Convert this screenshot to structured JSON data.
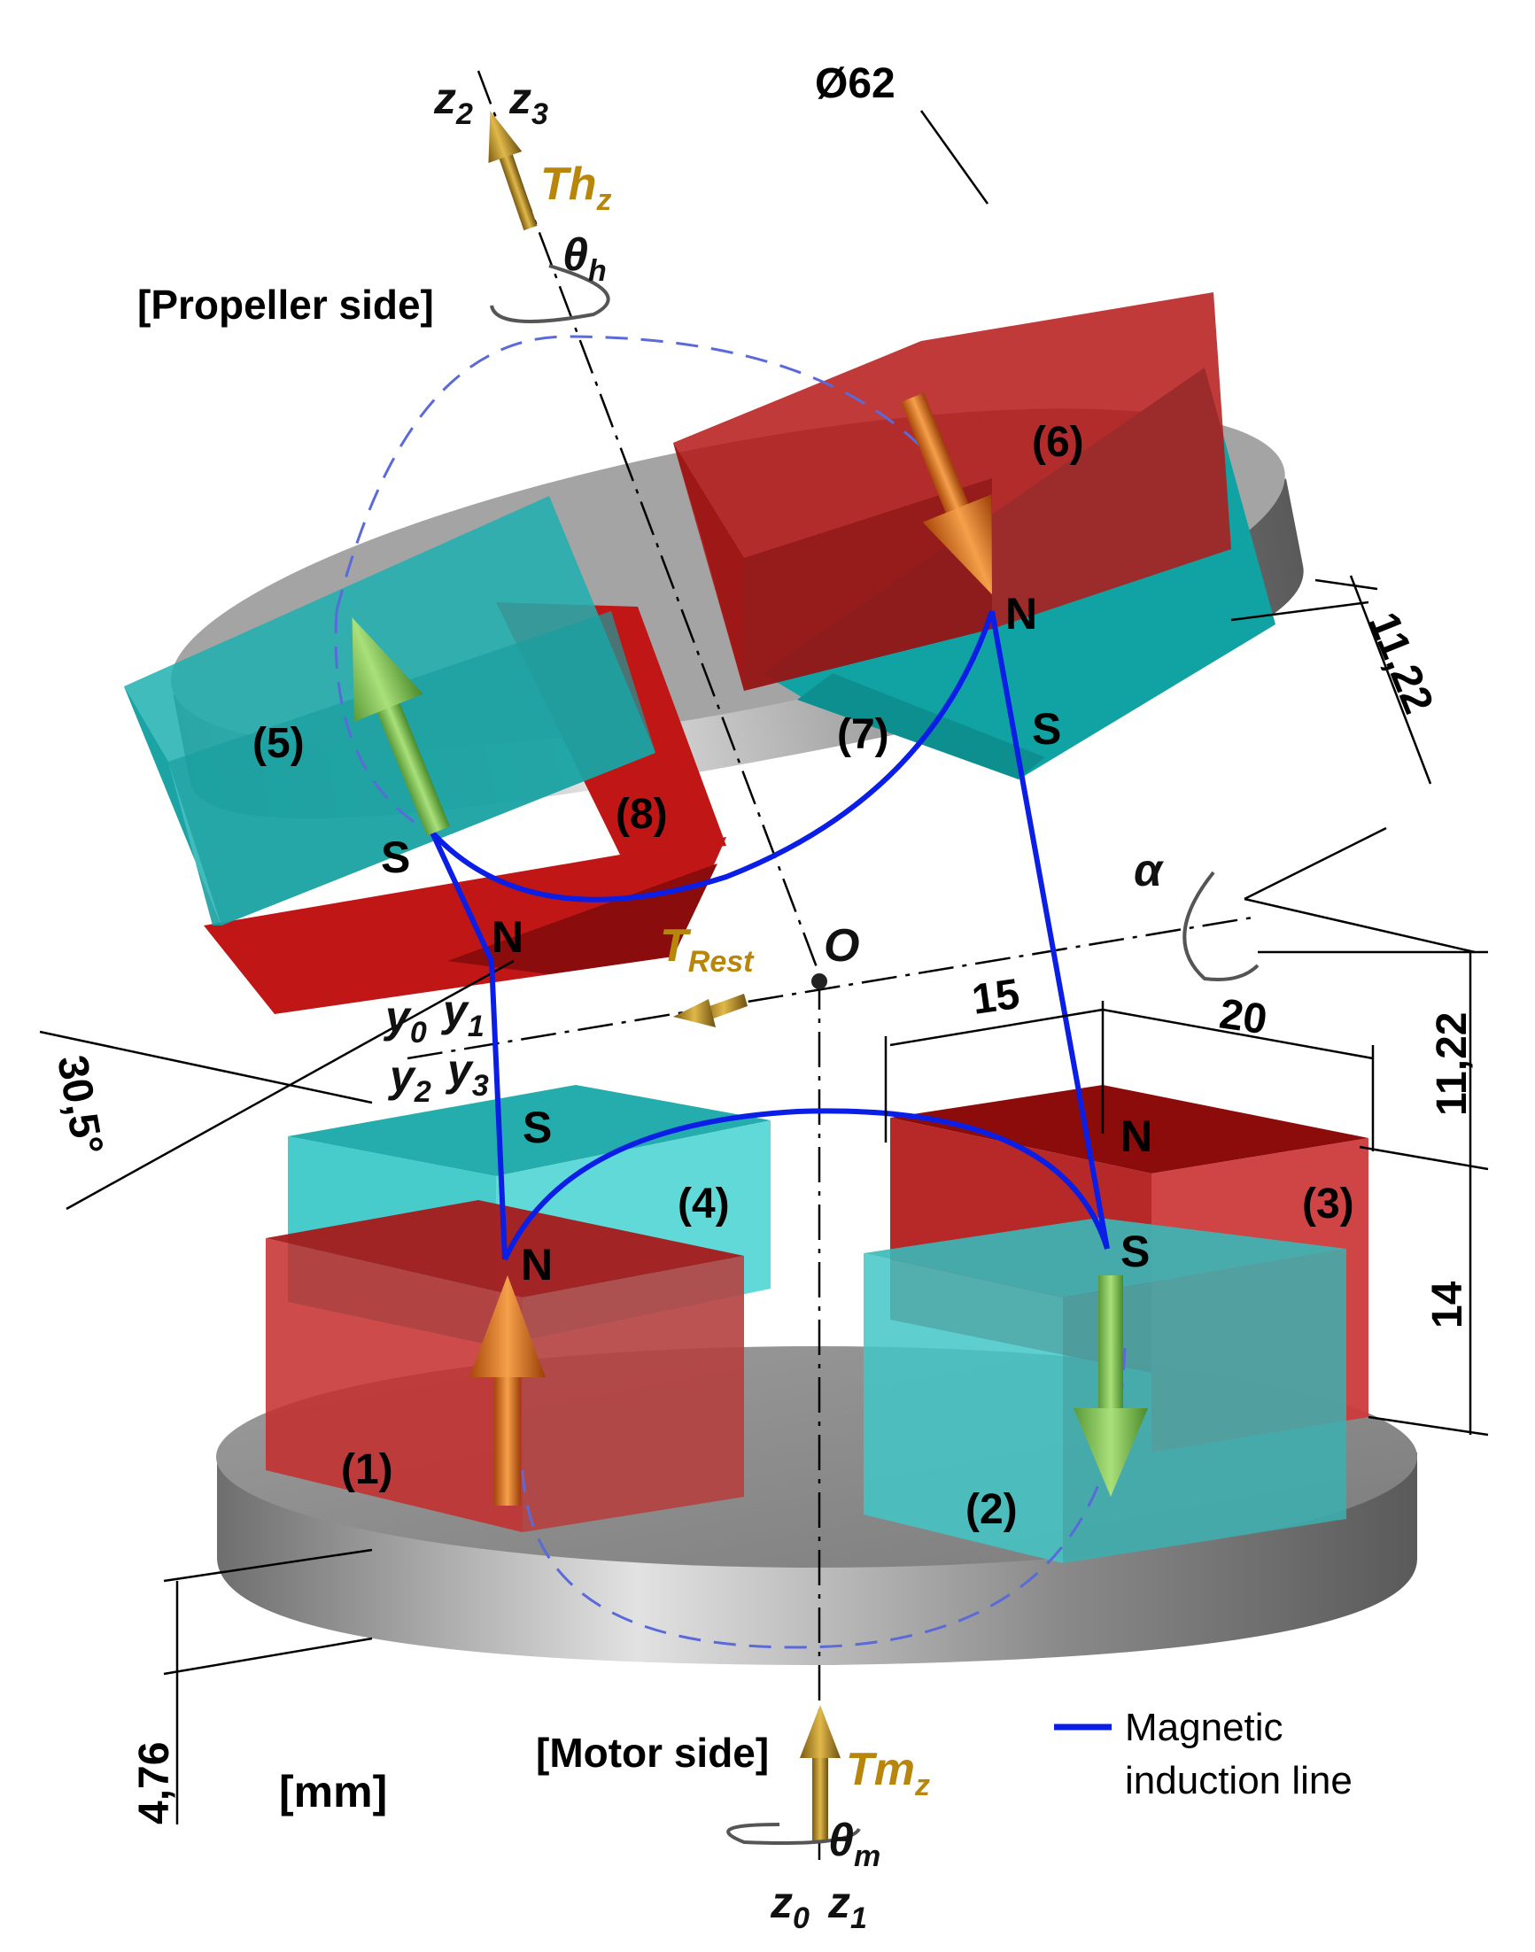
{
  "diameter": "Ø62",
  "propeller_side": "[Propeller side]",
  "motor_side": "[Motor side]",
  "units": "[mm]",
  "axes": {
    "z2": "z",
    "z2_sub": "2",
    "z3": "z",
    "z3_sub": "3",
    "z0": "z",
    "z0_sub": "0",
    "z1": "z",
    "z1_sub": "1",
    "y0": "y",
    "y0_sub": "0",
    "y1": "y",
    "y1_sub": "1",
    "y2": "y",
    "y2_sub": "2",
    "y3": "y",
    "y3_sub": "3",
    "origin": "O",
    "alpha": "α"
  },
  "torques": {
    "thz": "Th",
    "thz_sub": "z",
    "tmz": "Tm",
    "tmz_sub": "z",
    "trest": "T",
    "trest_sub": "Rest",
    "theta_h": "θ",
    "theta_h_sub": "h",
    "theta_m": "θ",
    "theta_m_sub": "m"
  },
  "magnets": {
    "m1": "(1)",
    "m2": "(2)",
    "m3": "(3)",
    "m4": "(4)",
    "m5": "(5)",
    "m6": "(6)",
    "m7": "(7)",
    "m8": "(8)"
  },
  "poles": {
    "n1": "N",
    "s2": "S",
    "n3": "N",
    "s4": "S",
    "s5": "S",
    "n6": "N",
    "s7": "S",
    "n8": "N"
  },
  "dimensions": {
    "d1122_top": "11,22",
    "d1122_right": "11,22",
    "d15": "15",
    "d20": "20",
    "d14": "14",
    "d476": "4,76",
    "angle": "30,5°"
  },
  "legend": {
    "line1": "Magnetic",
    "line2": "induction line"
  },
  "colors": {
    "red_magnet": "#c0282d",
    "cyan_magnet": "#1fb5b5",
    "disk": "#9a9a9a",
    "field_line": "#0a1ee6",
    "torque": "#b8860b"
  }
}
